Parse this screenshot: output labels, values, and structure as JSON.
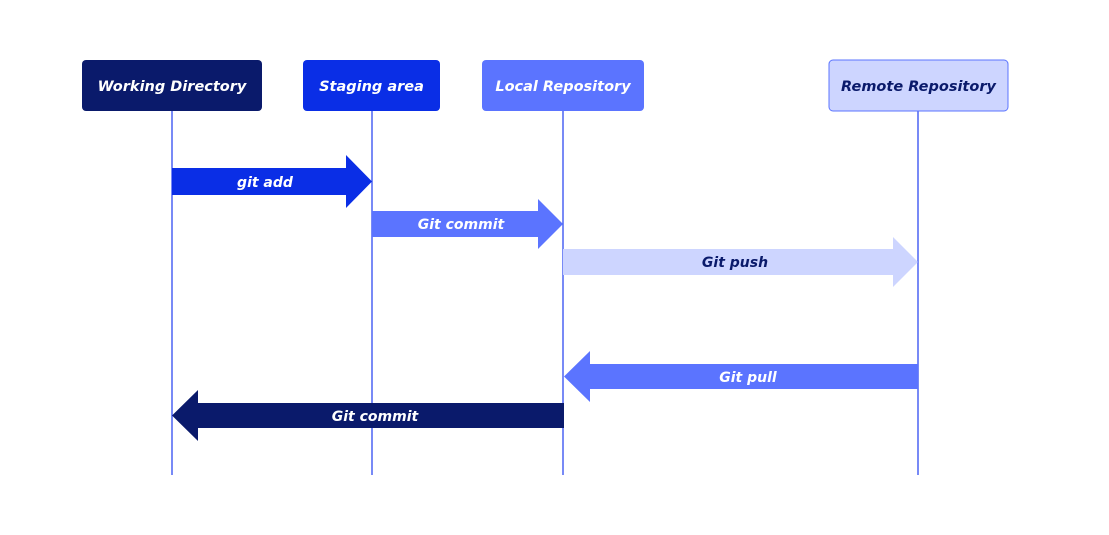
{
  "nodes": [
    {
      "id": "working",
      "label": "Working Directory",
      "fill": "#0a1a6b",
      "text_color": "#ffffff"
    },
    {
      "id": "staging",
      "label": "Staging area",
      "fill": "#0a2ee6",
      "text_color": "#ffffff"
    },
    {
      "id": "local",
      "label": "Local Repository",
      "fill": "#5b74ff",
      "text_color": "#ffffff"
    },
    {
      "id": "remote",
      "label": "Remote Repository",
      "fill": "#cdd5ff",
      "text_color": "#0a1a6b"
    }
  ],
  "lifeline_color": "#2f4bf0",
  "arrows": [
    {
      "label": "git add",
      "from": "working",
      "to": "staging",
      "fill": "#0a2ee6",
      "text_color": "#ffffff"
    },
    {
      "label": "Git commit",
      "from": "staging",
      "to": "local",
      "fill": "#5b74ff",
      "text_color": "#ffffff"
    },
    {
      "label": "Git push",
      "from": "local",
      "to": "remote",
      "fill": "#cdd5ff",
      "text_color": "#0a1a6b"
    },
    {
      "label": "Git pull",
      "from": "remote",
      "to": "local",
      "fill": "#5b74ff",
      "text_color": "#ffffff"
    },
    {
      "label": "Git commit",
      "from": "local",
      "to": "working",
      "fill": "#0a1a6b",
      "text_color": "#ffffff"
    }
  ]
}
